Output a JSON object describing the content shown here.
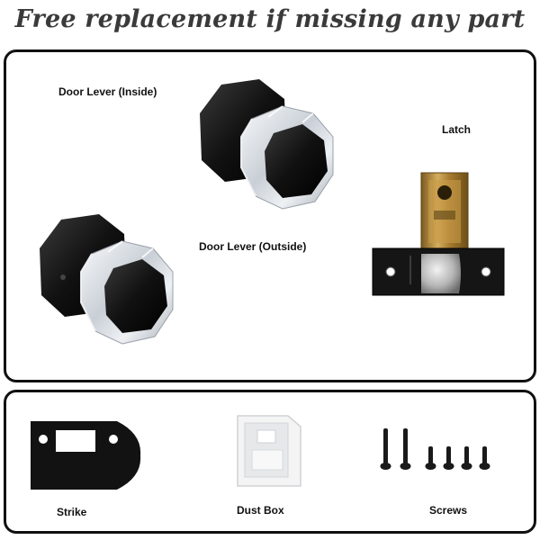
{
  "title": "Free replacement if missing any part",
  "top_panel": {
    "labels": {
      "door_lever_inside": "Door Lever (Inside)",
      "door_lever_outside": "Door Lever (Outside)",
      "latch": "Latch"
    }
  },
  "bottom_panel": {
    "labels": {
      "strike": "Strike",
      "dust_box": "Dust Box",
      "screws": "Screws"
    }
  },
  "colors": {
    "text": "#111111",
    "title": "#3a3a3a",
    "knob_black": "#141414",
    "crystal": "#dfe4ea",
    "brass": "#b48a3c"
  }
}
